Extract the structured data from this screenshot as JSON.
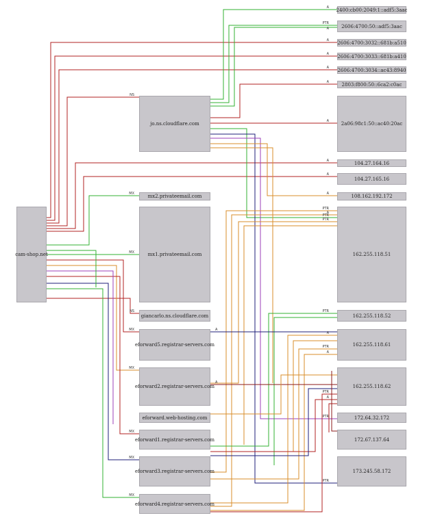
{
  "nodes": {
    "source": "cam-shop.net",
    "jo": "jo.ns.cloudflare.com",
    "mx2": "mx2.privateemail.com",
    "mx1": "mx1.privateemail.com",
    "giancarlo": "giancarlo.ns.cloudflare.com",
    "ef5": "eforward5.registrar-servers.com",
    "ef2": "eforward2.registrar-servers.com",
    "efweb": "eforward.web-hosting.com",
    "ef1": "eforward1.registrar-servers.com",
    "ef3": "eforward3.registrar-servers.com",
    "ef4": "eforward4.registrar-servers.com",
    "ip6_1": "2400:cb00:2049:1::adf5:3aac",
    "ip6_2": "2606:4700:50::adf5:3aac",
    "ip6_3": "2606:4700:3032::681b:a510",
    "ip6_4": "2606:4700:3033::681b:a410",
    "ip6_5": "2606:4700:3034::ac43:8940",
    "ip6_6": "2803:f800:50::6ca2:c0ac",
    "ip6_7": "2a06:98c1:50::ac40:20ac",
    "ip4_1": "104.27.164.16",
    "ip4_2": "104.27.165.16",
    "ip4_3": "108.162.192.172",
    "ip4_4": "162.255.118.51",
    "ip4_5": "162.255.118.52",
    "ip4_6": "162.255.118.61",
    "ip4_7": "162.255.118.62",
    "ip4_8": "172.64.32.172",
    "ip4_9": "172.67.137.64",
    "ip4_10": "173.245.58.172"
  },
  "labels": {
    "a": "A",
    "ns": "NS",
    "mx": "MX",
    "ptr": "PTR"
  },
  "colors": {
    "node_fill": "#c8c6cb",
    "edge_red": "#b22222",
    "edge_green": "#32b232",
    "edge_orange": "#d98c2a",
    "edge_navy": "#1c1c7a",
    "edge_purple": "#9b3fb8",
    "edge_darkred": "#8b1a1a"
  }
}
